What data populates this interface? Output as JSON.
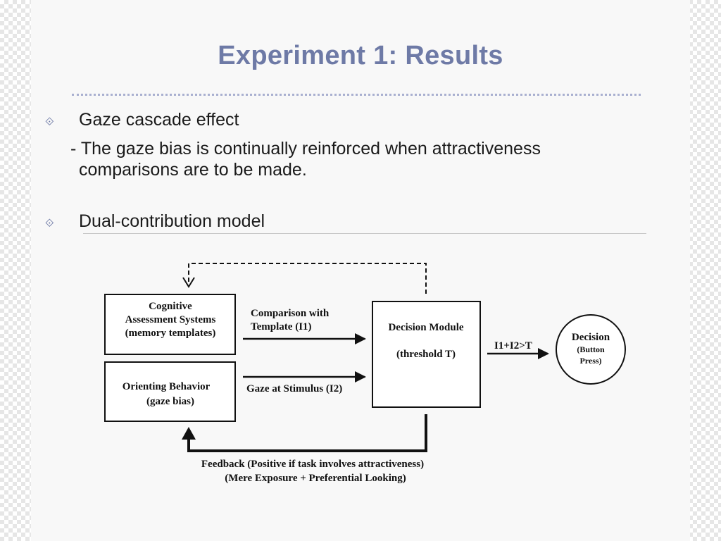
{
  "slide": {
    "title": "Experiment 1: Results",
    "bullets": [
      {
        "label": "Gaze cascade effect",
        "detail_line1": "- The gaze bias is continually reinforced when attractiveness",
        "detail_line2": "comparisons are to be made."
      },
      {
        "label": "Dual-contribution model"
      }
    ]
  },
  "diagram": {
    "cognitive_box": [
      "Cognitive",
      "Assessment Systems",
      "(memory templates)"
    ],
    "orienting_box": [
      "Orienting Behavior",
      "(gaze bias)"
    ],
    "decision_module_box": [
      "Decision Module",
      "(threshold T)"
    ],
    "decision_circle": [
      "Decision",
      "(Button",
      "Press)"
    ],
    "arrow_comparison": [
      "Comparison with",
      "Template (I1)"
    ],
    "arrow_gaze": "Gaze at Stimulus (I2)",
    "arrow_threshold": "I1+I2>T",
    "feedback": [
      "Feedback (Positive if task involves attractiveness)",
      "(Mere Exposure + Preferential Looking)"
    ]
  }
}
